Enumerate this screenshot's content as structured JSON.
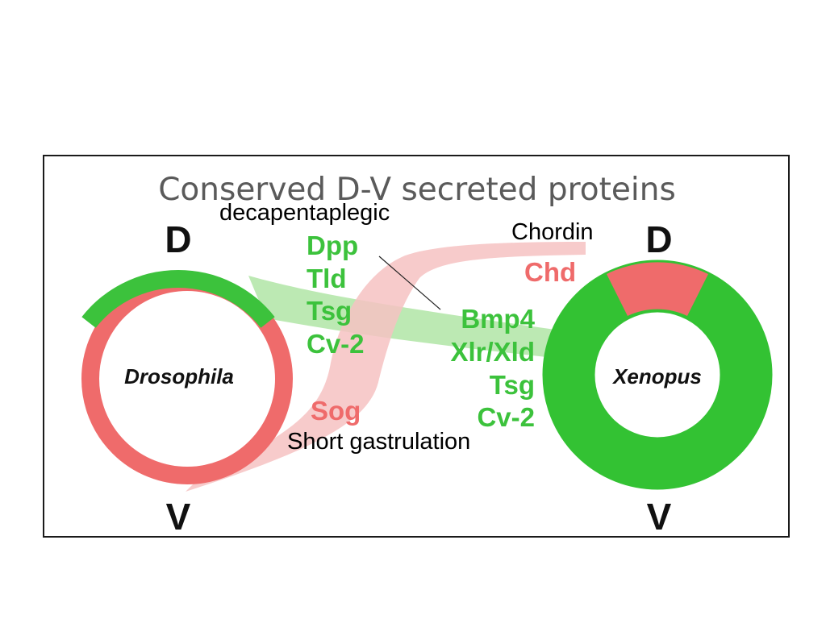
{
  "figure": {
    "title": "Conserved D-V secreted proteins",
    "colors": {
      "green": "#3cc23c",
      "red": "#ef6b6b",
      "green_band": "#a6e29a",
      "red_band": "#f6c2c2"
    }
  },
  "drosophila": {
    "name": "Drosophila",
    "dorsal_label": "D",
    "ventral_label": "V",
    "green_proteins": [
      "Dpp",
      "Tld",
      "Tsg",
      "Cv-2"
    ],
    "red_protein": "Sog"
  },
  "xenopus": {
    "name": "Xenopus",
    "dorsal_label": "D",
    "ventral_label": "V",
    "red_protein": "Chd",
    "green_proteins": [
      "Bmp4",
      "Xlr/Xld",
      "Tsg",
      "Cv-2"
    ]
  },
  "annotations": {
    "dpp_full_name": "decapentaplegic",
    "chd_full_name": "Chordin",
    "sog_full_name": "Short gastrulation"
  }
}
